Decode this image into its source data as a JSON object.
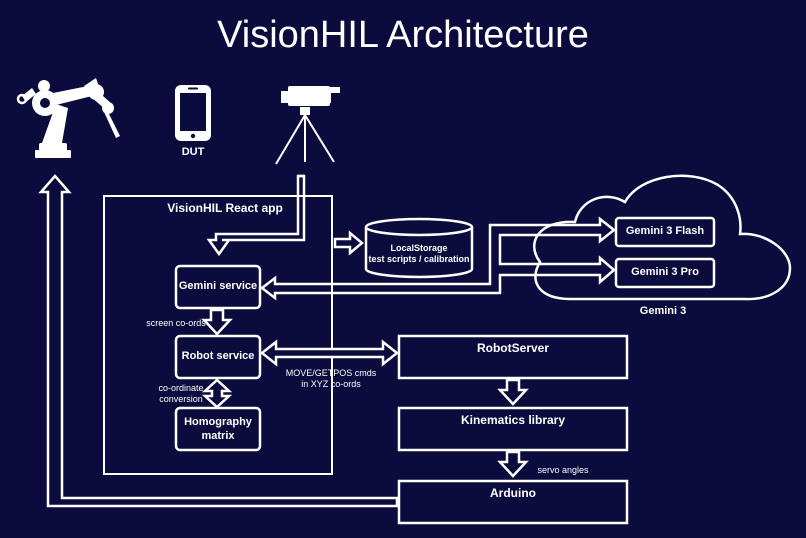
{
  "title": "VisionHIL Architecture",
  "icons": {
    "robot": "robot-arm-icon",
    "dut": "smartphone-icon",
    "camera": "camera-tripod-icon",
    "storage": "database-icon",
    "cloud": "cloud-icon"
  },
  "colors": {
    "background": "#0b0b3d",
    "foreground": "#ffffff"
  },
  "nodes": {
    "dut": "DUT",
    "react_app": "VisionHIL React app",
    "gemini_service": "Gemini service",
    "robot_service": "Robot service",
    "homography": {
      "line1": "Homography",
      "line2": "matrix"
    },
    "storage": {
      "line1": "LocalStorage",
      "line2": "test scripts / calibration"
    },
    "gemini_flash": "Gemini 3 Flash",
    "gemini_pro": "Gemini 3 Pro",
    "gemini_cloud": "Gemini 3",
    "robot_server": "RobotServer",
    "kinematics": "Kinematics library",
    "arduino": "Arduino"
  },
  "edge_labels": {
    "screen_coords": "screen co-ords",
    "coord_conv": {
      "line1": "co-ordinate",
      "line2": "conversion"
    },
    "move_cmds": {
      "line1": "MOVE/GETPOS cmds",
      "line2": "in XYZ co-ords"
    },
    "servo_angles": "servo angles"
  }
}
